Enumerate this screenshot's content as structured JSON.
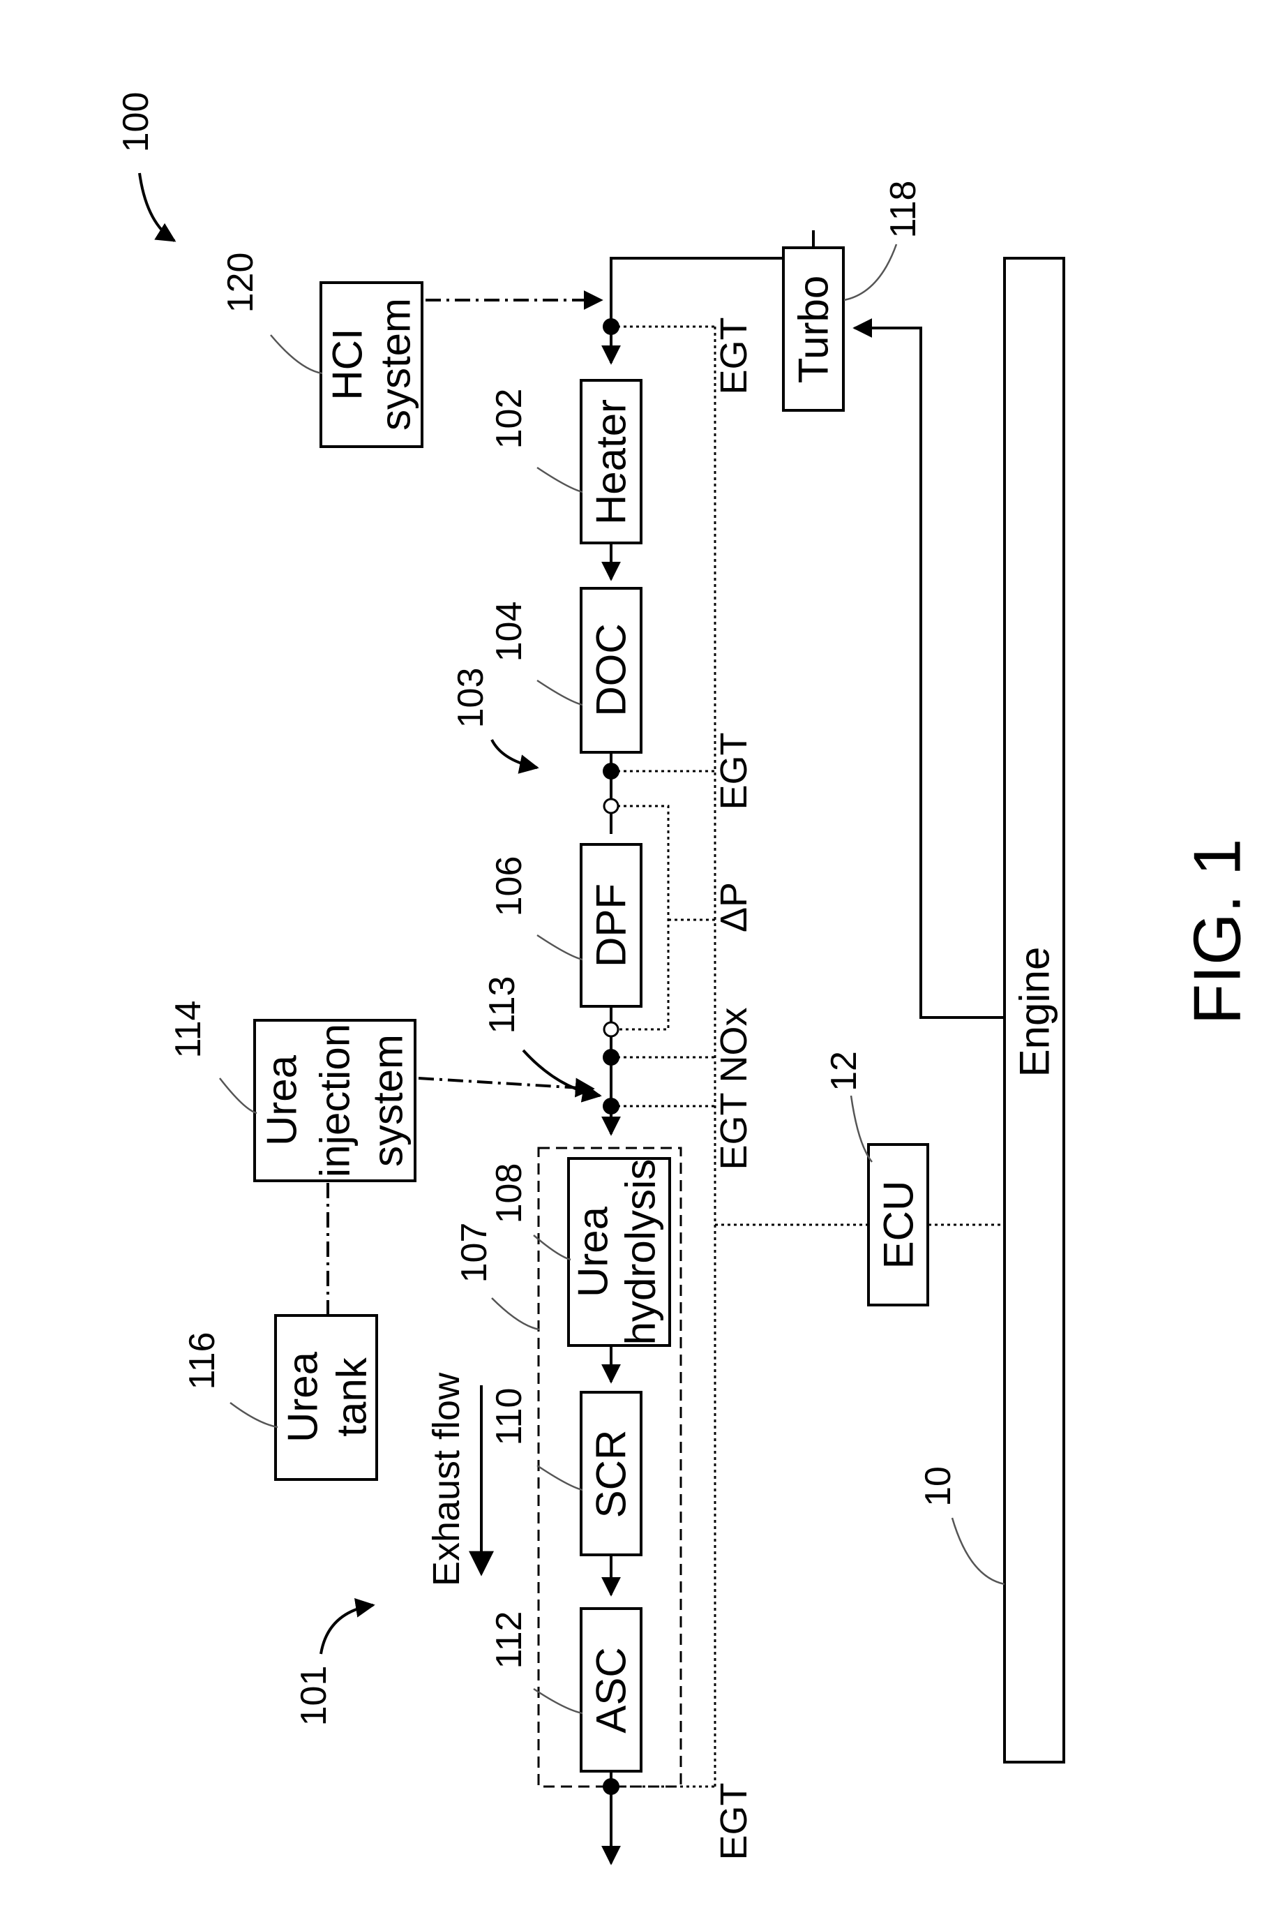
{
  "blocks": {
    "heater": "Heater",
    "doc": "DOC",
    "dpf": "DPF",
    "urea_hydrolysis": [
      "Urea",
      "hydrolysis"
    ],
    "scr": "SCR",
    "asc": "ASC",
    "hci_system": [
      "HCI",
      "system"
    ],
    "urea_injection_system": [
      "Urea",
      "injection",
      "system"
    ],
    "urea_tank": [
      "Urea",
      "tank"
    ],
    "turbo": "Turbo",
    "ecu": "ECU",
    "engine": "Engine"
  },
  "refs": {
    "r100": "100",
    "r101": "101",
    "r102": "102",
    "r103": "103",
    "r104": "104",
    "r106": "106",
    "r107": "107",
    "r108": "108",
    "r110": "110",
    "r112": "112",
    "r113": "113",
    "r114": "114",
    "r116": "116",
    "r118": "118",
    "r120": "120",
    "r10": "10",
    "r12": "12"
  },
  "signals": {
    "egt_heater": "EGT",
    "egt_doc": "EGT",
    "delta_p": "ΔP",
    "egt_nox": "EGT NOx",
    "egt_outlet": "EGT"
  },
  "exhaust_flow": "Exhaust flow",
  "figure_label": "FIG. 1"
}
